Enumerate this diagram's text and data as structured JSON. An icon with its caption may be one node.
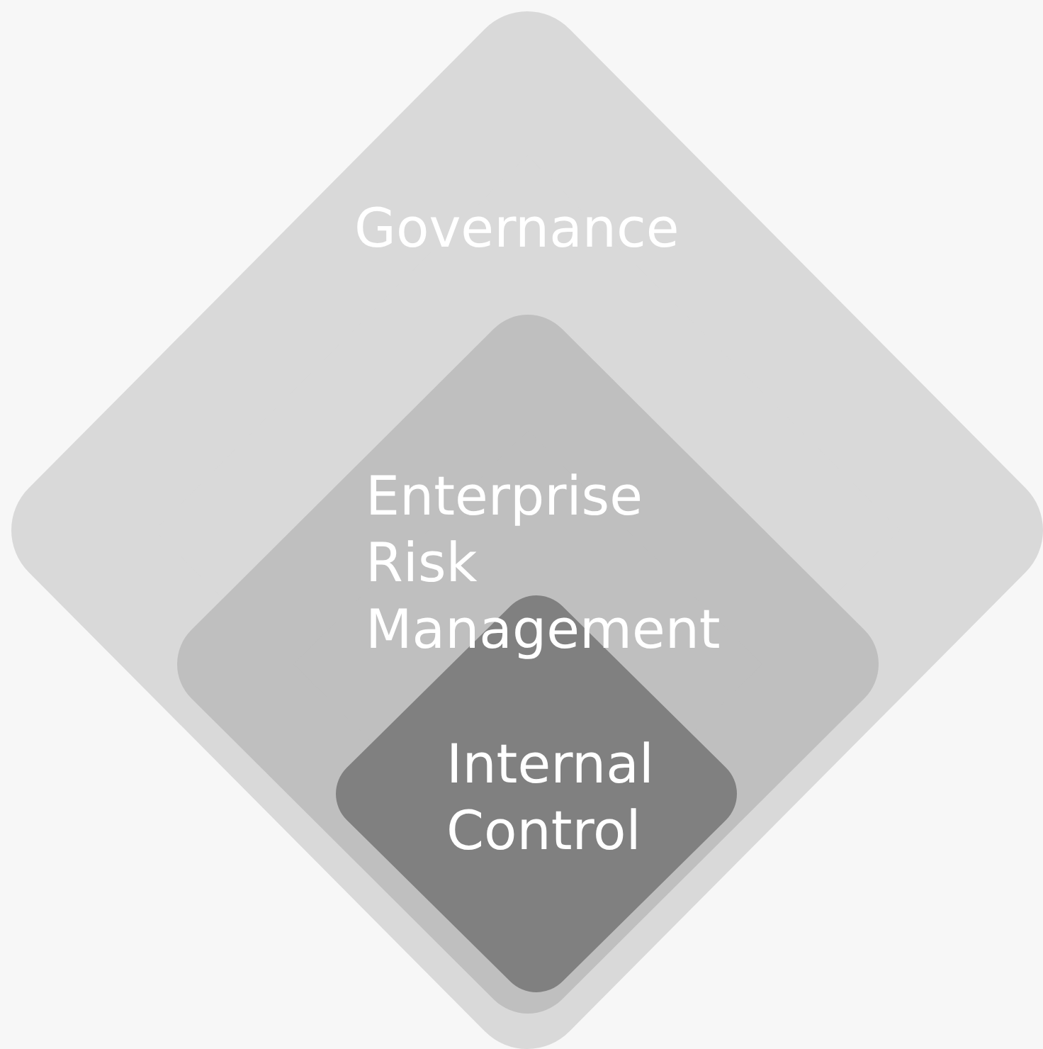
{
  "diagram": {
    "nodes": [
      {
        "text": [
          "Governance"
        ]
      },
      {
        "text": [
          "Enterprise Risk Management"
        ],
        "in": 0
      },
      {
        "text": [
          "Internal Control"
        ],
        "in": 1
      }
    ]
  }
}
